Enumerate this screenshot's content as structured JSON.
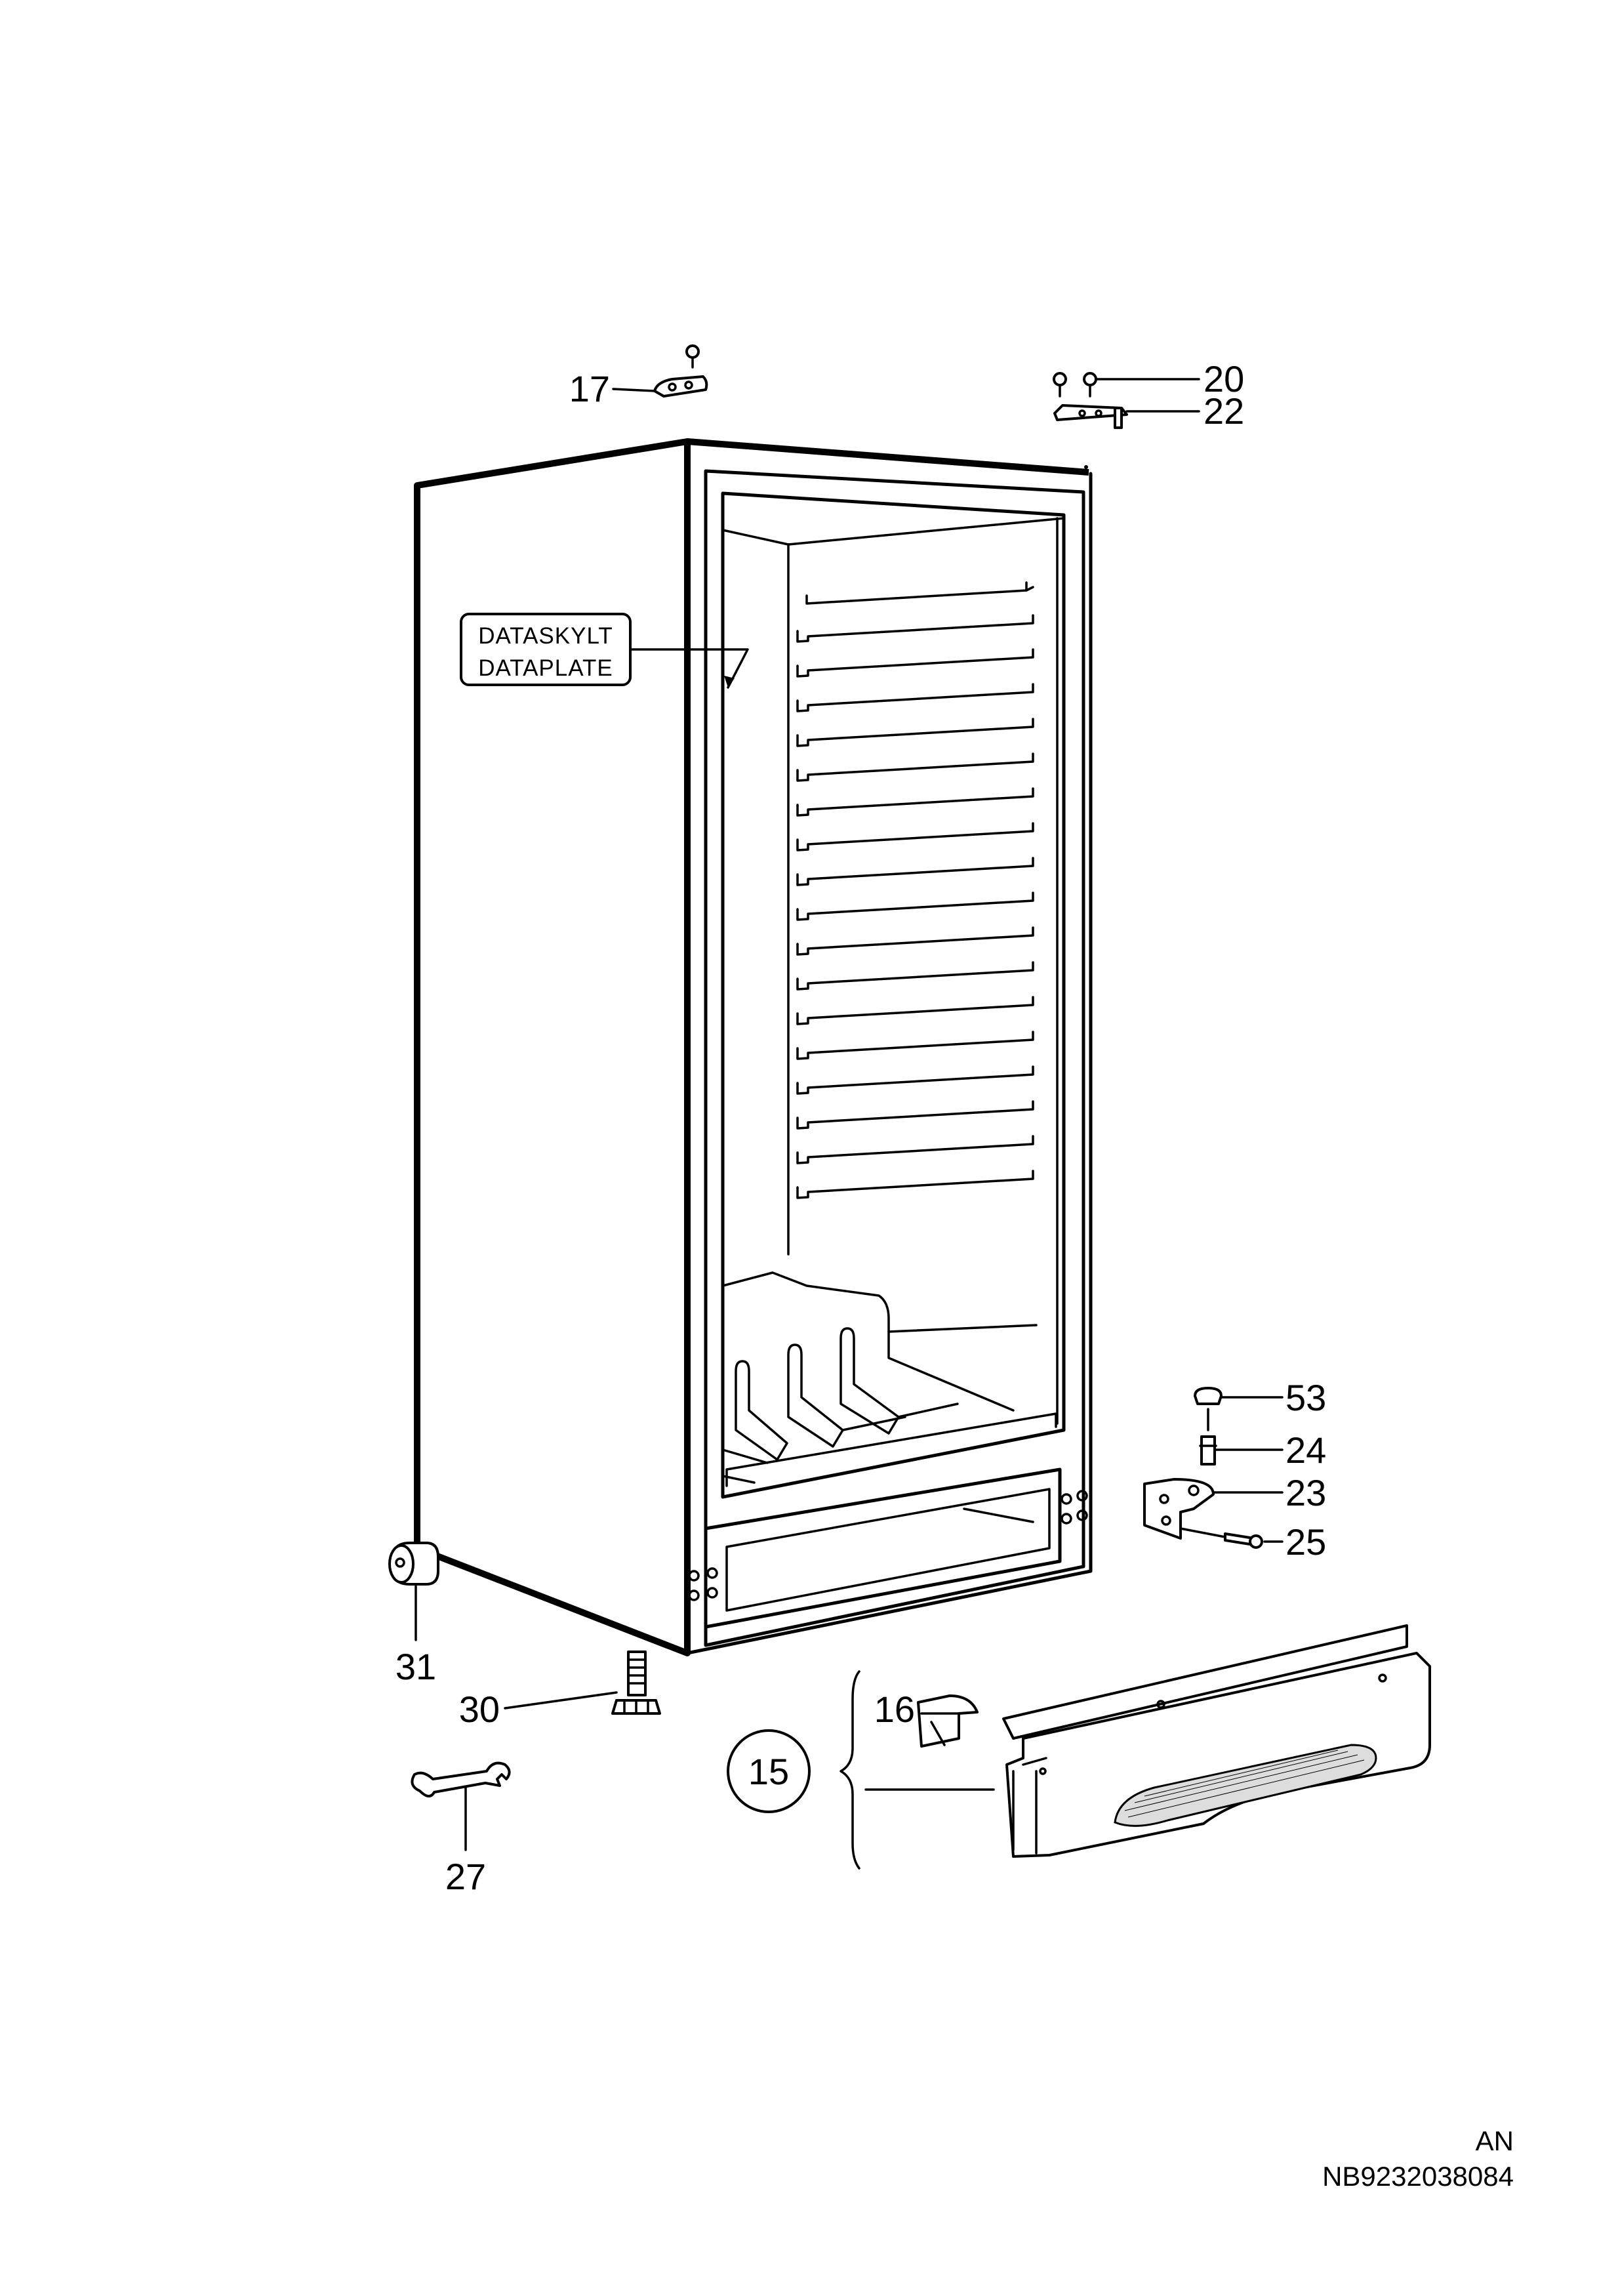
{
  "plate": {
    "line1": "DATASKYLT",
    "line2": "DATAPLATE"
  },
  "callouts": {
    "p15": "15",
    "p16": "16",
    "p17": "17",
    "p20": "20",
    "p22": "22",
    "p23": "23",
    "p24": "24",
    "p25": "25",
    "p27": "27",
    "p30": "30",
    "p31": "31",
    "p53": "53"
  },
  "footer": {
    "lang": "AN",
    "code": "NB9232038084"
  }
}
